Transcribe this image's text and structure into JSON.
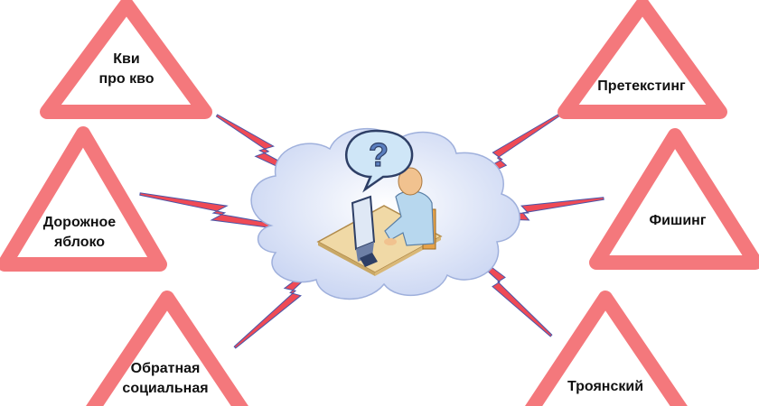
{
  "colors": {
    "triangle_border": "#f4787c",
    "triangle_fill": "#ffffff",
    "bolt_fill": "#ef4a55",
    "bolt_edge": "#4a55a8",
    "cloud_fill": "#dfe6f8",
    "cloud_edge": "#9fb0dc",
    "desk": "#f0d9a6",
    "person": "#b7d7ee",
    "head": "#f1c28f"
  },
  "center": {
    "icon": "question-bubble-icon",
    "bubble_text": "?"
  },
  "threats": [
    {
      "id": "quid-pro-quo",
      "lines": [
        "Кви",
        "про кво"
      ]
    },
    {
      "id": "road-apple",
      "lines": [
        "Дорожное",
        "яблоко"
      ]
    },
    {
      "id": "reverse-social",
      "lines": [
        "Обратная",
        "социальная"
      ]
    },
    {
      "id": "pretexting",
      "lines": [
        "Претекстинг"
      ]
    },
    {
      "id": "phishing",
      "lines": [
        "Фишинг"
      ]
    },
    {
      "id": "trojan",
      "lines": [
        "Троянский"
      ]
    }
  ]
}
